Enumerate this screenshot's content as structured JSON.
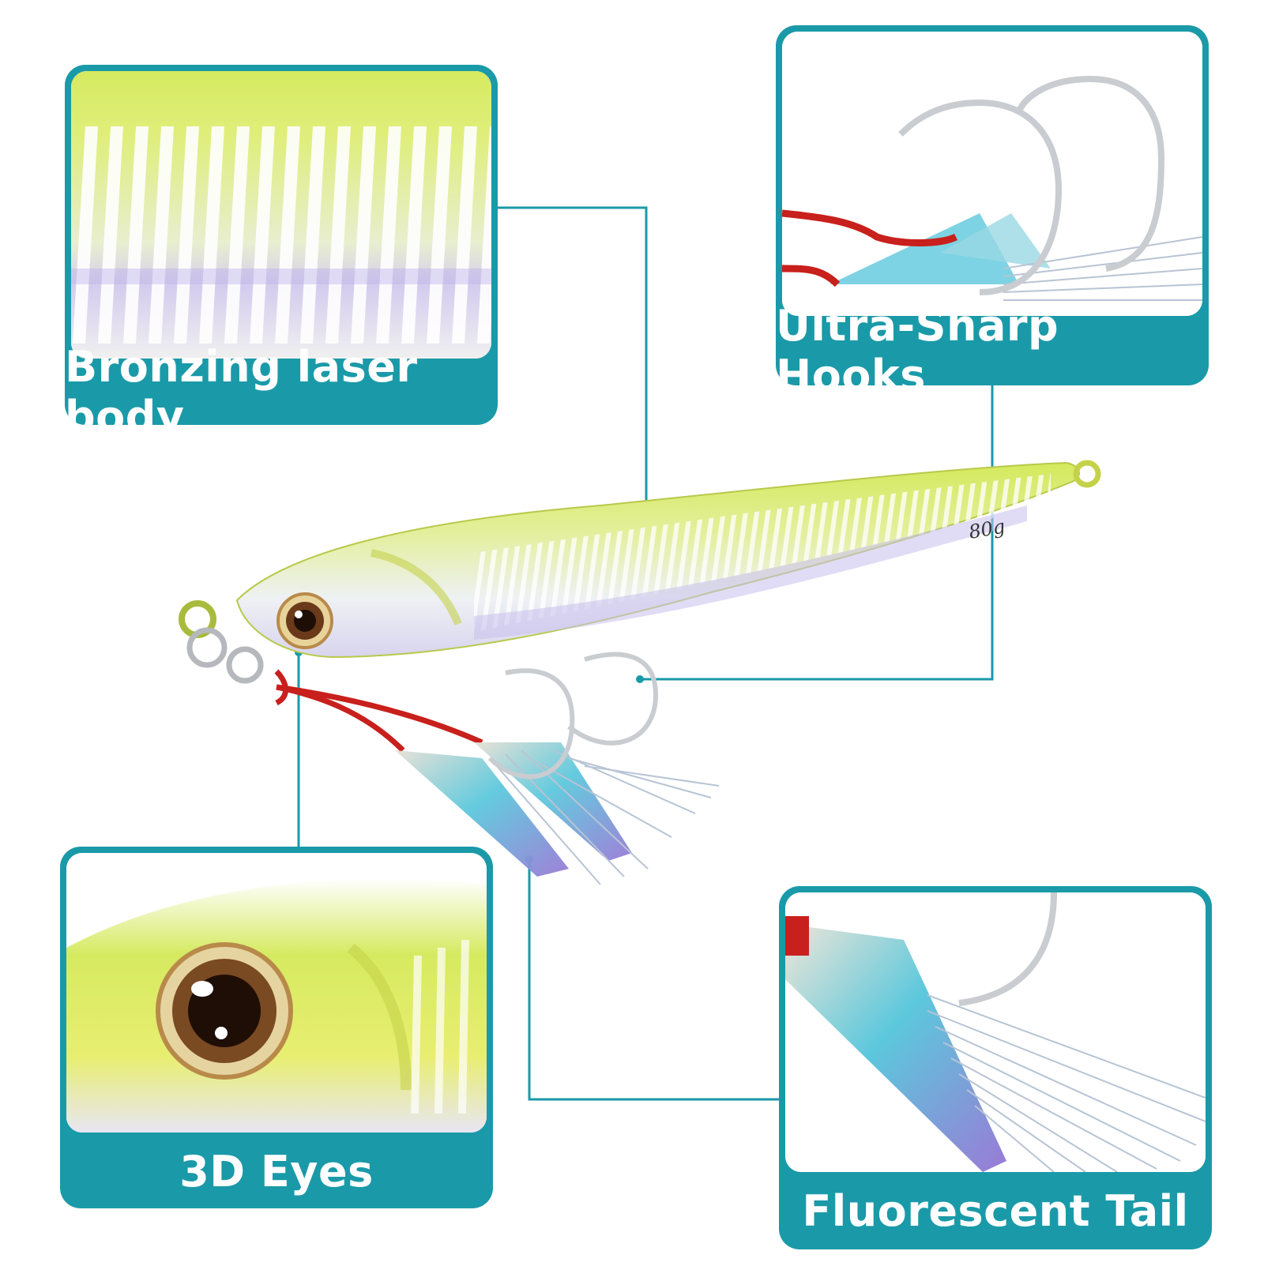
{
  "callouts": {
    "body": {
      "label": "Bronzing laser body"
    },
    "hooks": {
      "label": "Ultra-Sharp Hooks"
    },
    "eyes": {
      "label": "3D Eyes"
    },
    "tail": {
      "label": "Fluorescent Tail"
    }
  },
  "lure": {
    "weight_marking": "80g"
  },
  "colors": {
    "accent": "#1a9aa8",
    "body_green": "#d3e85a",
    "hook_silver": "#c9ccd0",
    "cord_red": "#c8201c",
    "tail_blue": "#5cc8dc",
    "tail_purple": "#9a7ad6",
    "eye_gold": "#c99a5a"
  }
}
